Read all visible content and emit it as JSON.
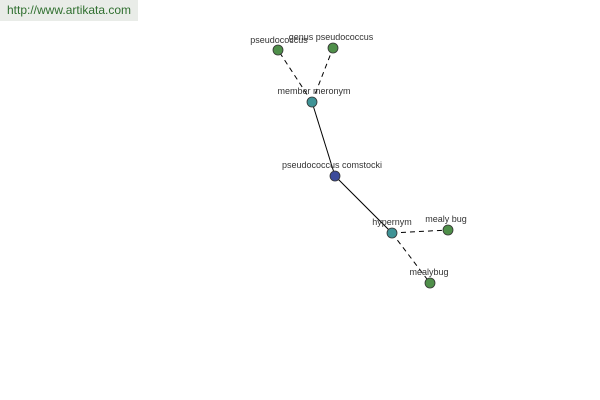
{
  "watermark": "http://www.artikata.com",
  "colors": {
    "root": "#3c4b9a",
    "relation": "#3f9396",
    "leaf": "#4f8f4a"
  },
  "nodes": {
    "root": "pseudococcus comstocki",
    "member_meronym": "member meronym",
    "pseudococcus": "pseudococcus",
    "genus_pseudococcus": "genus pseudococcus",
    "hypernym": "hypernym",
    "mealy_bug": "mealy bug",
    "mealybug": "mealybug"
  }
}
